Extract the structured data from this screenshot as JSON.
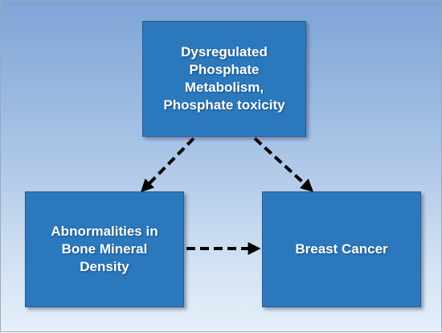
{
  "nodes": {
    "top": {
      "lines": [
        "Dysregulated",
        "Phosphate",
        "Metabolism,",
        "Phosphate toxicity"
      ]
    },
    "left": {
      "lines": [
        "Abnormalities in",
        "Bone Mineral",
        "Density"
      ]
    },
    "right": {
      "lines": [
        "Breast Cancer"
      ]
    }
  },
  "edges": [
    {
      "from": "top",
      "to": "left",
      "style": "dashed"
    },
    {
      "from": "top",
      "to": "right",
      "style": "dashed"
    },
    {
      "from": "left",
      "to": "right",
      "style": "dashed"
    }
  ],
  "colors": {
    "node_fill": "#2b78bd",
    "node_text": "#ffffff",
    "arrow": "#000000"
  }
}
